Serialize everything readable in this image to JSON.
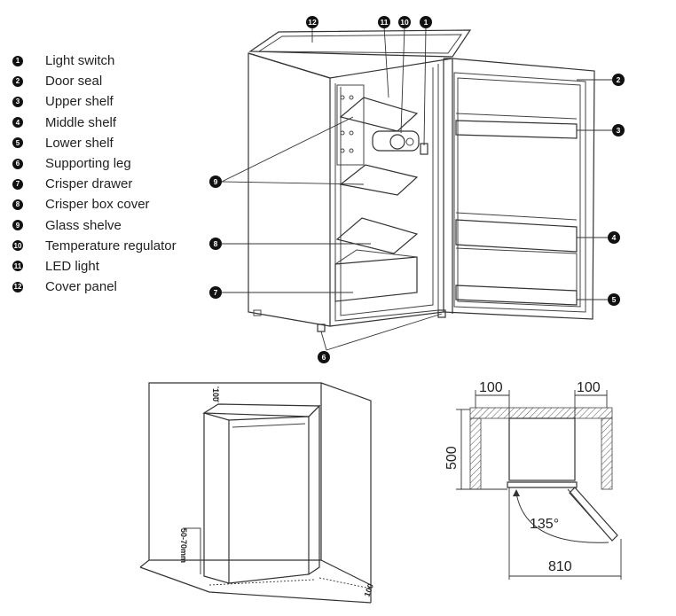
{
  "legend": {
    "items": [
      {
        "num": "1",
        "label": "Light switch"
      },
      {
        "num": "2",
        "label": "Door seal"
      },
      {
        "num": "3",
        "label": "Upper shelf"
      },
      {
        "num": "4",
        "label": "Middle shelf"
      },
      {
        "num": "5",
        "label": "Lower shelf"
      },
      {
        "num": "6",
        "label": "Supporting leg"
      },
      {
        "num": "7",
        "label": "Crisper drawer"
      },
      {
        "num": "8",
        "label": "Crisper box cover"
      },
      {
        "num": "9",
        "label": "Glass shelve"
      },
      {
        "num": "10",
        "label": "Temperature regulator"
      },
      {
        "num": "11",
        "label": "LED light"
      },
      {
        "num": "12",
        "label": "Cover panel"
      }
    ]
  },
  "callouts": {
    "c1": "1",
    "c2": "2",
    "c3": "3",
    "c4": "4",
    "c5": "5",
    "c6": "6",
    "c7": "7",
    "c8": "8",
    "c9": "9",
    "c10": "10",
    "c11": "11",
    "c12": "12"
  },
  "install": {
    "top_clearance": "100",
    "floor_gap": "50-70mm",
    "back_clearance": "100"
  },
  "plan": {
    "left_clearance": "100",
    "right_clearance": "100",
    "depth": "500",
    "door_angle": "135°",
    "total_width": "810"
  }
}
